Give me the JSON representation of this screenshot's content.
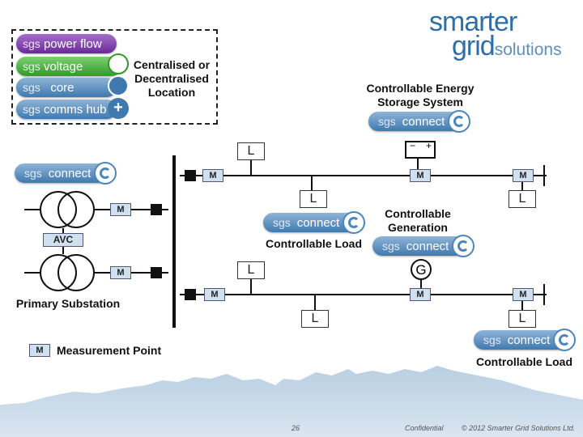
{
  "logo": {
    "line1": "smarter",
    "line2a": "grid",
    "line2b": "solutions"
  },
  "legend_box": {
    "pills": [
      {
        "prefix": "sgs",
        "text": "power flow",
        "color": "#7a38a8"
      },
      {
        "prefix": "sgs",
        "text": "voltage",
        "color": "#3fae3b"
      },
      {
        "prefix": "sgs",
        "text": "core",
        "color": "#3f79b0"
      },
      {
        "prefix": "sgs",
        "text": "comms hub",
        "color": "#3f79b0"
      }
    ],
    "location_label": "Centralised or Decentralised Location"
  },
  "sgs_prefix": "sgs",
  "connect_text": "connect",
  "labels": {
    "storage": "Controllable Energy Storage System",
    "generation": "Controllable Generation",
    "load1": "Controllable Load",
    "load2": "Controllable Load",
    "primary": "Primary Substation",
    "measurement": "Measurement Point",
    "avc": "AVC"
  },
  "symbols": {
    "m": "M",
    "l": "L",
    "g": "G",
    "minus": "−",
    "plus": "+"
  },
  "footer": {
    "page": "26",
    "confidential": "Confidential",
    "copyright": "© 2012 Smarter Grid Solutions Ltd."
  }
}
